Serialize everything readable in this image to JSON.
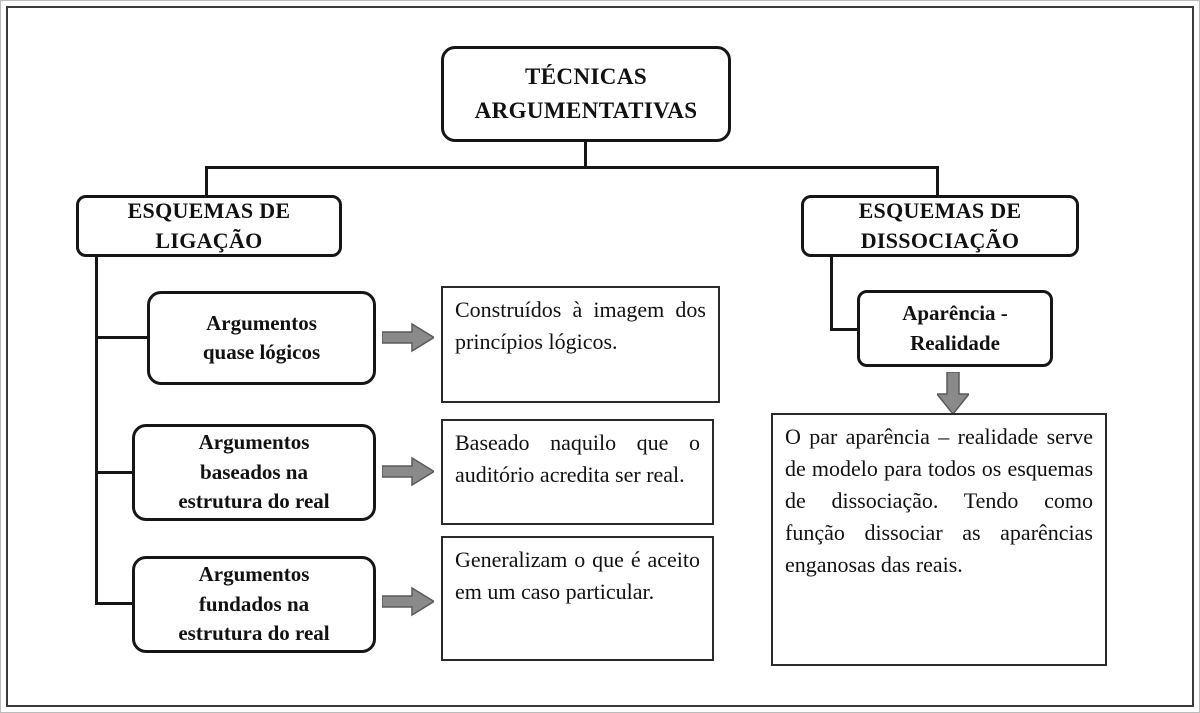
{
  "diagram": {
    "root": {
      "label": "TÉCNICAS\nARGUMENTATIVAS"
    },
    "ligacao": {
      "header": "ESQUEMAS DE\nLIGAÇÃO",
      "items": [
        {
          "label": "Argumentos\nquase lógicos",
          "description": "Construídos à imagem dos princípios lógicos."
        },
        {
          "label": "Argumentos\nbaseados na\nestrutura do real",
          "description": "Baseado naquilo que o auditório acredita ser real."
        },
        {
          "label": "Argumentos\nfundados na\nestrutura do real",
          "description": "Generalizam o que é aceito em um caso particular."
        }
      ]
    },
    "dissociacao": {
      "header": "ESQUEMAS DE\nDISSOCIAÇÃO",
      "item": {
        "label": "Aparência -\nRealidade",
        "description": "O par aparência – realidade serve de modelo para todos os esquemas de dissociação. Tendo como função dissociar as aparências enganosas das reais."
      }
    },
    "colors": {
      "arrow_fill": "#8a8a8a",
      "arrow_stroke": "#5a5a5a",
      "line": "#161616"
    }
  }
}
